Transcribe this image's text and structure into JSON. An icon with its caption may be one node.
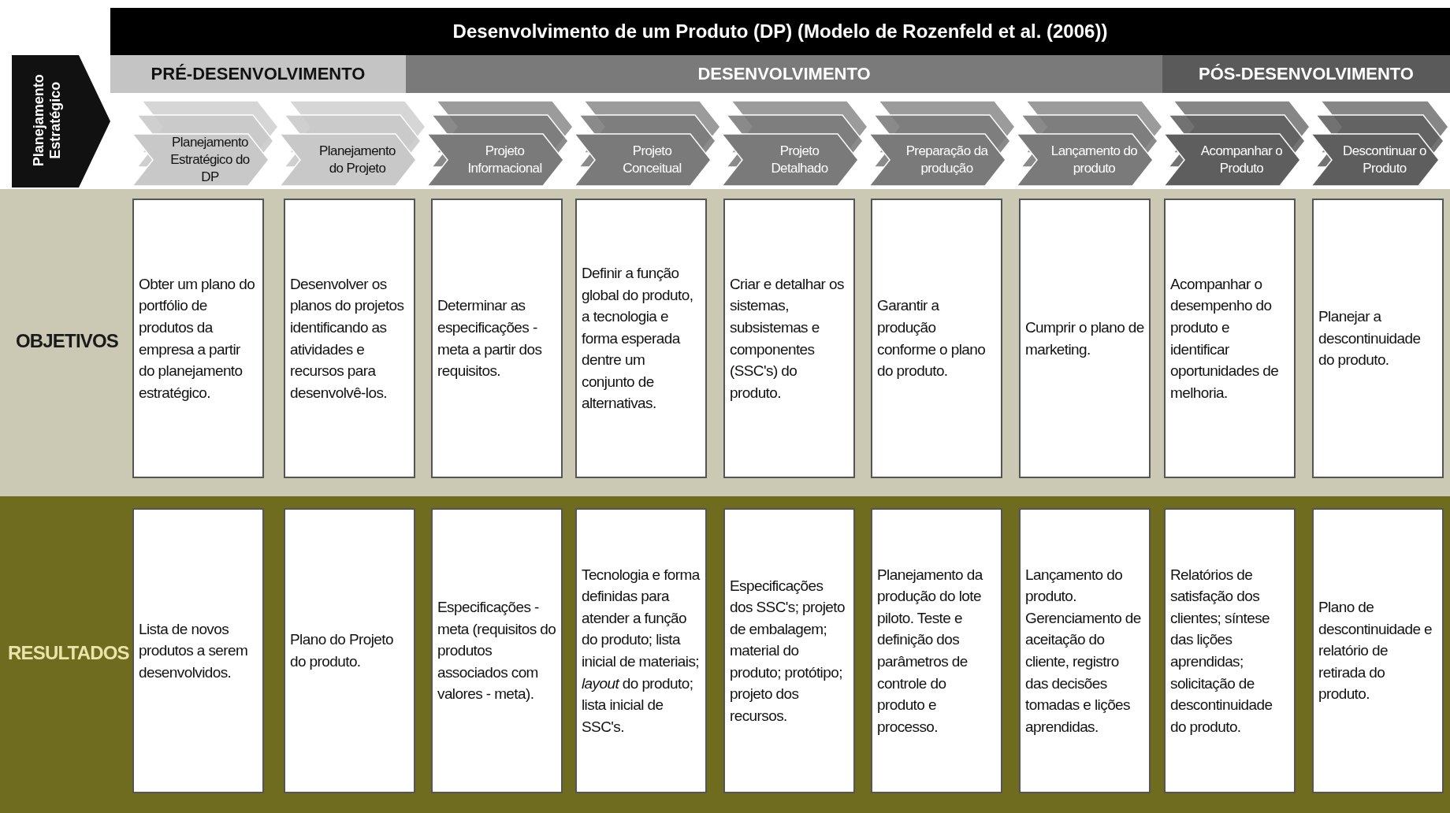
{
  "diagram": {
    "title": "Desenvolvimento de um Produto (DP) (Modelo de Rozenfeld et al. (2006))",
    "nodes": [
      {
        "text": [
          "Planejamento Estratégico"
        ]
      },
      {
        "text": [
          "PRÉ-DESENVOLVIMENTO"
        ]
      },
      {
        "text": [
          "DESENVOLVIMENTO"
        ]
      },
      {
        "text": [
          "PÓS-DESENVOLVIMENTO"
        ]
      },
      {
        "text": [
          "Planejamento Estratégico do DP"
        ]
      },
      {
        "text": [
          "Planejamento do Projeto"
        ]
      },
      {
        "text": [
          "Projeto Informacional"
        ]
      },
      {
        "text": [
          "Projeto Conceitual"
        ]
      },
      {
        "text": [
          "Projeto Detalhado"
        ]
      },
      {
        "text": [
          "Preparação da produção"
        ]
      },
      {
        "text": [
          "Lançamento do produto"
        ]
      },
      {
        "text": [
          "Acompanhar o Produto"
        ]
      },
      {
        "text": [
          "Descontinuar o Produto"
        ]
      },
      {
        "text": [
          "OBJETIVOS"
        ]
      },
      {
        "text": [
          "Obter um plano do portfólio de produtos da empresa a partir do planejamento estratégico."
        ],
        "in": 13
      },
      {
        "text": [
          "Desenvolver os planos do projetos identificando as atividades e recursos para desenvolvê-los."
        ],
        "in": 13
      },
      {
        "text": [
          "Determinar as especificações - meta a partir dos requisitos."
        ],
        "in": 13
      },
      {
        "text": [
          "Definir a função global do produto, a tecnologia e forma esperada dentre um conjunto de alternativas."
        ],
        "in": 13
      },
      {
        "text": [
          "Criar e detalhar os sistemas, subsistemas e componentes (SSC's) do produto."
        ],
        "in": 13
      },
      {
        "text": [
          "Garantir a produção conforme o plano do produto."
        ],
        "in": 13
      },
      {
        "text": [
          "Cumprir o plano de marketing."
        ],
        "in": 13
      },
      {
        "text": [
          "Acompanhar o desempenho do produto e identificar oportunidades de melhoria."
        ],
        "in": 13
      },
      {
        "text": [
          "Planejar a descontinuidade do produto."
        ],
        "in": 13
      },
      {
        "text": [
          "RESULTADOS"
        ]
      },
      {
        "text": [
          "Lista de novos produtos a serem desenvolvidos."
        ],
        "in": 23
      },
      {
        "text": [
          "Plano do Projeto do produto."
        ],
        "in": 23
      },
      {
        "text": [
          "Especificações - meta (requisitos do produtos associados com valores - meta)."
        ],
        "in": 23
      },
      {
        "text": [
          "Tecnologia e forma definidas para atender a função do produto; lista inicial de materiais; *layout* do produto; lista inicial de SSC's."
        ],
        "in": 23
      },
      {
        "text": [
          "Especificações dos SSC's; projeto de embalagem; material do produto; protótipo; projeto dos recursos."
        ],
        "in": 23
      },
      {
        "text": [
          "Planejamento da produção do lote piloto. Teste e definição dos parâmetros de controle do produto e processo."
        ],
        "in": 23
      },
      {
        "text": [
          "Lançamento do produto. Gerenciamento de aceitação do cliente, registro das decisões tomadas e lições aprendidas."
        ],
        "in": 23
      },
      {
        "text": [
          "Relatórios de satisfação dos clientes; síntese das lições aprendidas; solicitação de descontinuidade do produto."
        ],
        "in": 23
      },
      {
        "text": [
          "Plano de descontinuidade e relatório de retirada do produto."
        ],
        "in": 23
      }
    ]
  }
}
